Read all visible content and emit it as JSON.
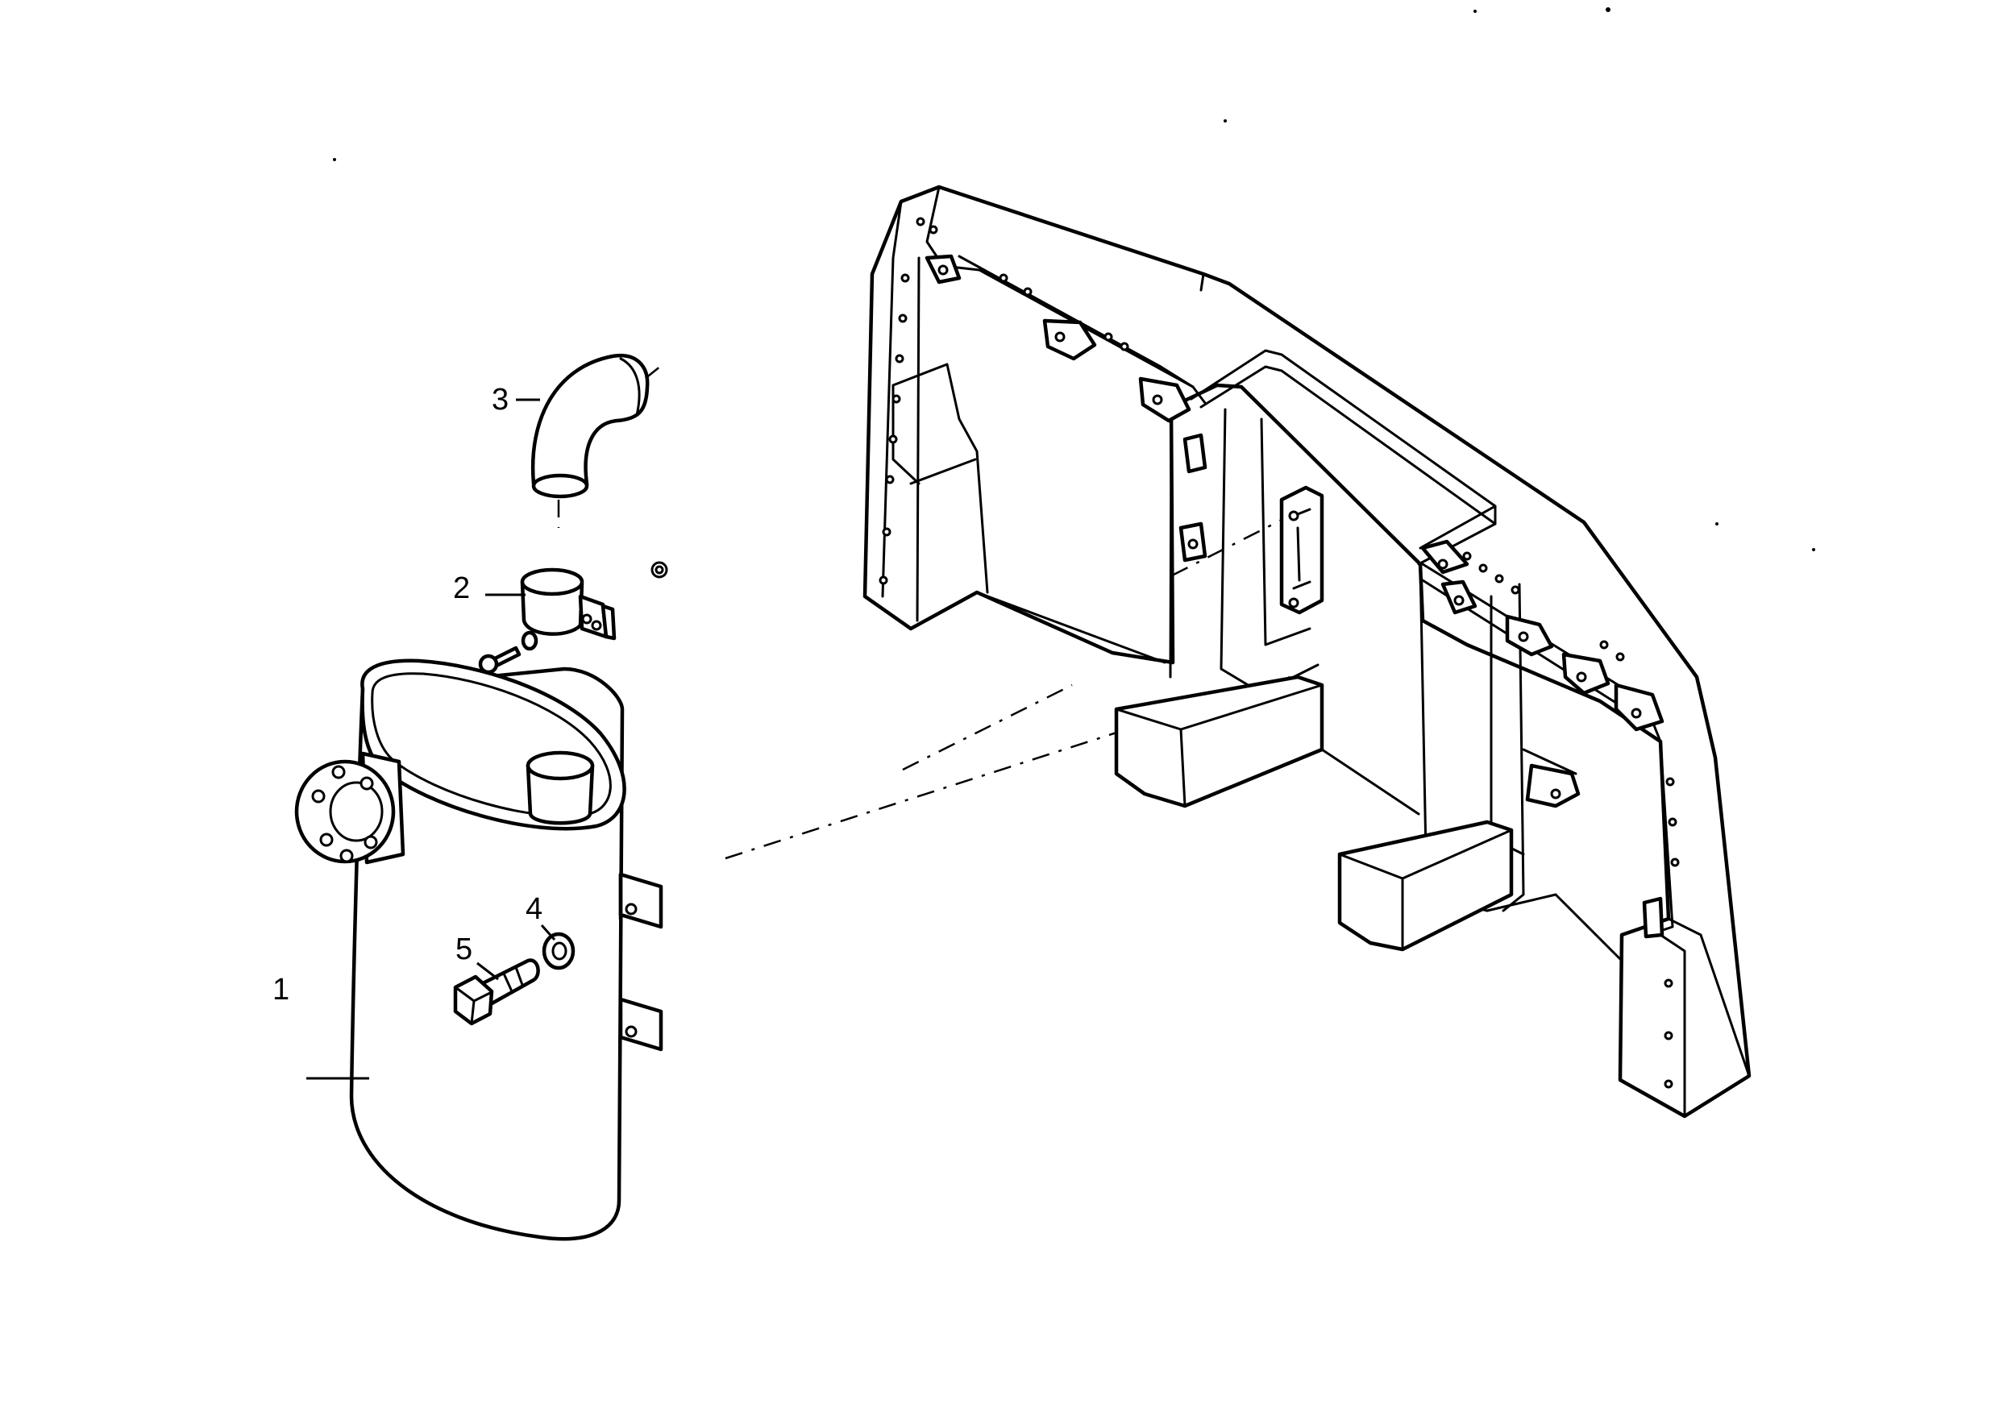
{
  "diagram": {
    "callouts": [
      {
        "id": "1",
        "label": "1"
      },
      {
        "id": "2",
        "label": "2"
      },
      {
        "id": "3",
        "label": "3"
      },
      {
        "id": "4",
        "label": "4"
      },
      {
        "id": "5",
        "label": "5"
      }
    ],
    "colors": {
      "line": "#000000",
      "background": "#ffffff"
    }
  }
}
